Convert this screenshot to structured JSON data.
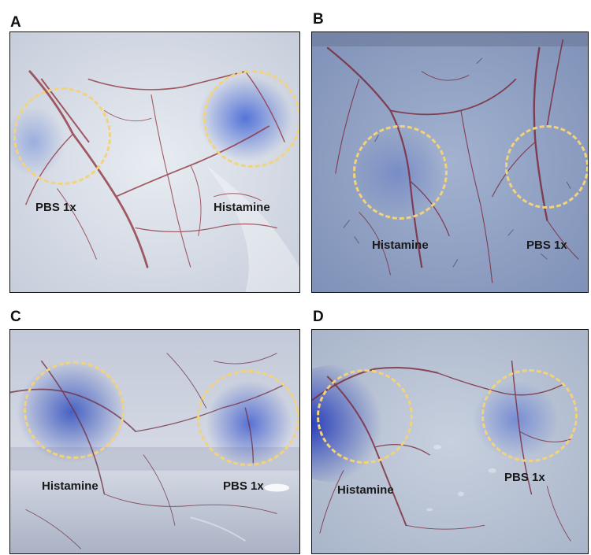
{
  "panels": [
    {
      "letter": "A",
      "labels": [
        "PBS 1x",
        "Histamine"
      ]
    },
    {
      "letter": "B",
      "labels": [
        "Histamine",
        "PBS 1x"
      ]
    },
    {
      "letter": "C",
      "labels": [
        "Histamine",
        "PBS 1x"
      ]
    },
    {
      "letter": "D",
      "labels": [
        "Histamine",
        "PBS 1x"
      ]
    }
  ],
  "colors": {
    "circle_dash": "#f3d27a",
    "dye_blue": "#3b55c9",
    "vessel_red": "#8c2a35"
  }
}
